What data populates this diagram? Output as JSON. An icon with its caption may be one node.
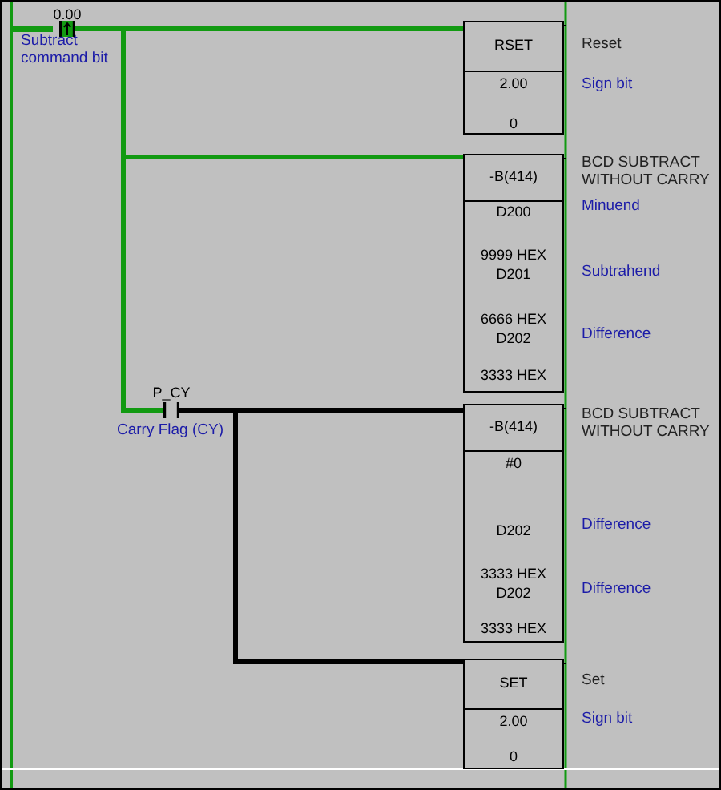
{
  "diagram": {
    "nodes": [
      {
        "text": [
          "0.00",
          "Subtract command bit"
        ]
      },
      {
        "text": [
          "RSET",
          "2.00",
          "0"
        ],
        "beside": [
          "Reset",
          "Sign bit"
        ]
      },
      {
        "text": [
          "-B(414)",
          "D200",
          "9999 HEX",
          "D201",
          "6666 HEX",
          "D202",
          "3333 HEX"
        ],
        "beside": [
          "BCD SUBTRACT WITHOUT CARRY",
          "Minuend",
          "Subtrahend",
          "Difference"
        ]
      },
      {
        "text": [
          "P_CY",
          "Carry Flag (CY)"
        ]
      },
      {
        "text": [
          "-B(414)",
          "#0",
          "D202",
          "3333 HEX",
          "D202",
          "3333 HEX"
        ],
        "beside": [
          "BCD SUBTRACT WITHOUT CARRY",
          "Difference",
          "Difference"
        ]
      },
      {
        "text": [
          "SET",
          "2.00",
          "0"
        ],
        "beside": [
          "Set",
          "Sign bit"
        ]
      }
    ],
    "edges": [
      {
        "from": 0,
        "to": 1,
        "arrow": "none"
      },
      {
        "from": 0,
        "to": 2,
        "arrow": "none"
      },
      {
        "from": 0,
        "to": 3,
        "arrow": "none"
      },
      {
        "from": 3,
        "to": 4,
        "arrow": "none",
        "color": "#000000"
      },
      {
        "from": 3,
        "to": 5,
        "arrow": "none",
        "color": "#000000"
      }
    ]
  }
}
